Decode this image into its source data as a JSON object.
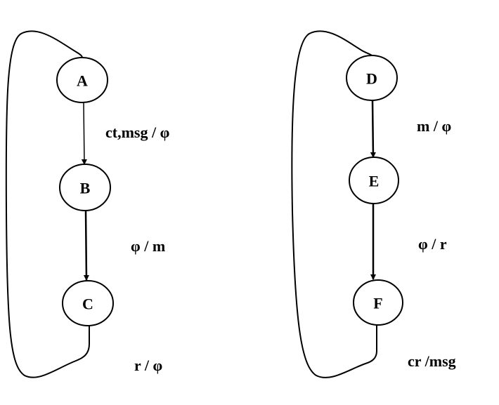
{
  "diagram": {
    "left": {
      "nodes": [
        {
          "label": "A"
        },
        {
          "label": "B"
        },
        {
          "label": "C"
        }
      ],
      "edges": [
        {
          "from": "A",
          "to": "B",
          "label": "ct,msg / φ"
        },
        {
          "from": "B",
          "to": "C",
          "label": "φ / m"
        },
        {
          "from": "C",
          "to": "A",
          "label": "r / φ"
        }
      ]
    },
    "right": {
      "nodes": [
        {
          "label": "D"
        },
        {
          "label": "E"
        },
        {
          "label": "F"
        }
      ],
      "edges": [
        {
          "from": "D",
          "to": "E",
          "label": "m / φ"
        },
        {
          "from": "E",
          "to": "F",
          "label": "φ / r"
        },
        {
          "from": "F",
          "to": "D",
          "label": "cr /msg"
        }
      ]
    }
  }
}
